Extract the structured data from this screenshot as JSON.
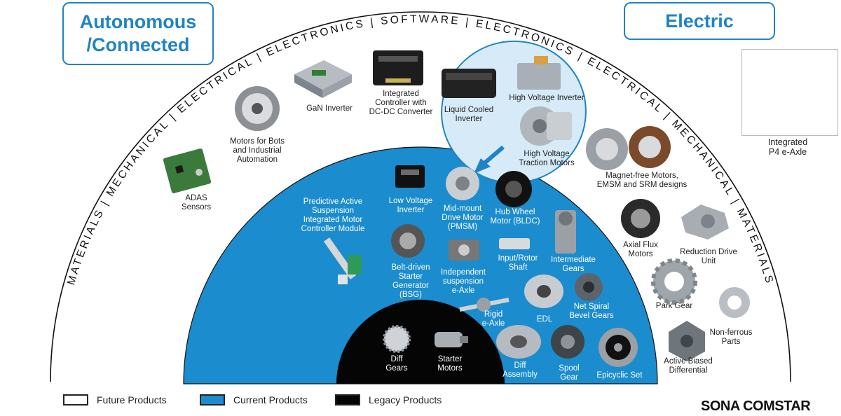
{
  "headers": {
    "autonomous": "Autonomous\n/Connected",
    "electric": "Electric"
  },
  "arc_text": "MATERIALS | MECHANICAL | ELECTRICAL | ELECTRONICS | SOFTWARE | ELECTRONICS | ELECTRICAL | MECHANICAL | MATERIALS",
  "future_products": [
    {
      "id": "adas",
      "label": "ADAS\nSensors"
    },
    {
      "id": "motors-bots",
      "label": "Motors for Bots\nand Industrial\nAutomation"
    },
    {
      "id": "gan-inverter",
      "label": "GaN Inverter"
    },
    {
      "id": "integrated-controller",
      "label": "Integrated\nController with\nDC-DC Converter"
    },
    {
      "id": "liquid-cooled-inverter",
      "label": "Liquid Cooled\nInverter"
    },
    {
      "id": "hv-inverter",
      "label": "High Voltage Inverter"
    },
    {
      "id": "hv-traction-motors",
      "label": "High Voltage\nTraction Motors"
    },
    {
      "id": "magnet-free-motors",
      "label": "Magnet-free Motors,\nEMSM and SRM designs"
    },
    {
      "id": "axial-flux",
      "label": "Axial Flux\nMotors"
    },
    {
      "id": "reduction-drive",
      "label": "Reduction Drive\nUnit"
    },
    {
      "id": "park-gear",
      "label": "Park Gear"
    },
    {
      "id": "non-ferrous",
      "label": "Non-ferrous\nParts"
    },
    {
      "id": "active-biased-diff",
      "label": "Active Biased\nDifferential"
    },
    {
      "id": "p4-eaxle",
      "label": "Integrated\nP4 e-Axle"
    }
  ],
  "current_products": [
    {
      "id": "predictive-suspension",
      "label": "Predictive Active\nSuspension\nIntegrated Motor\nController Module"
    },
    {
      "id": "lv-inverter",
      "label": "Low Voltage\nInverter"
    },
    {
      "id": "mid-mount-motor",
      "label": "Mid-mount\nDrive Motor\n(PMSM)"
    },
    {
      "id": "hub-wheel-motor",
      "label": "Hub Wheel\nMotor (BLDC)"
    },
    {
      "id": "bsg",
      "label": "Belt-driven\nStarter\nGenerator\n(BSG)"
    },
    {
      "id": "independent-eaxle",
      "label": "Independent\nsuspension\ne-Axle"
    },
    {
      "id": "input-rotor-shaft",
      "label": "Input/Rotor\nShaft"
    },
    {
      "id": "intermediate-gears",
      "label": "Intermediate\nGears"
    },
    {
      "id": "rigid-eaxle",
      "label": "Rigid\ne-Axle"
    },
    {
      "id": "edl",
      "label": "EDL"
    },
    {
      "id": "net-spiral-bevel",
      "label": "Net Spiral\nBevel Gears"
    },
    {
      "id": "diff-assembly",
      "label": "Diff\nAssembly"
    },
    {
      "id": "spool-gear",
      "label": "Spool\nGear"
    },
    {
      "id": "epicyclic-set",
      "label": "Epicyclic Set"
    }
  ],
  "legacy_products": [
    {
      "id": "diff-gears",
      "label": "Diff\nGears"
    },
    {
      "id": "starter-motors",
      "label": "Starter\nMotors"
    }
  ],
  "legend": {
    "future": "Future Products",
    "current": "Current Products",
    "legacy": "Legacy Products"
  },
  "brand": "SONA COMSTAR",
  "colors": {
    "accent": "#1f84c4",
    "current_fill": "#1b8ccd",
    "legacy_fill": "#050505",
    "highlight_fill": "#d6ebf7"
  }
}
